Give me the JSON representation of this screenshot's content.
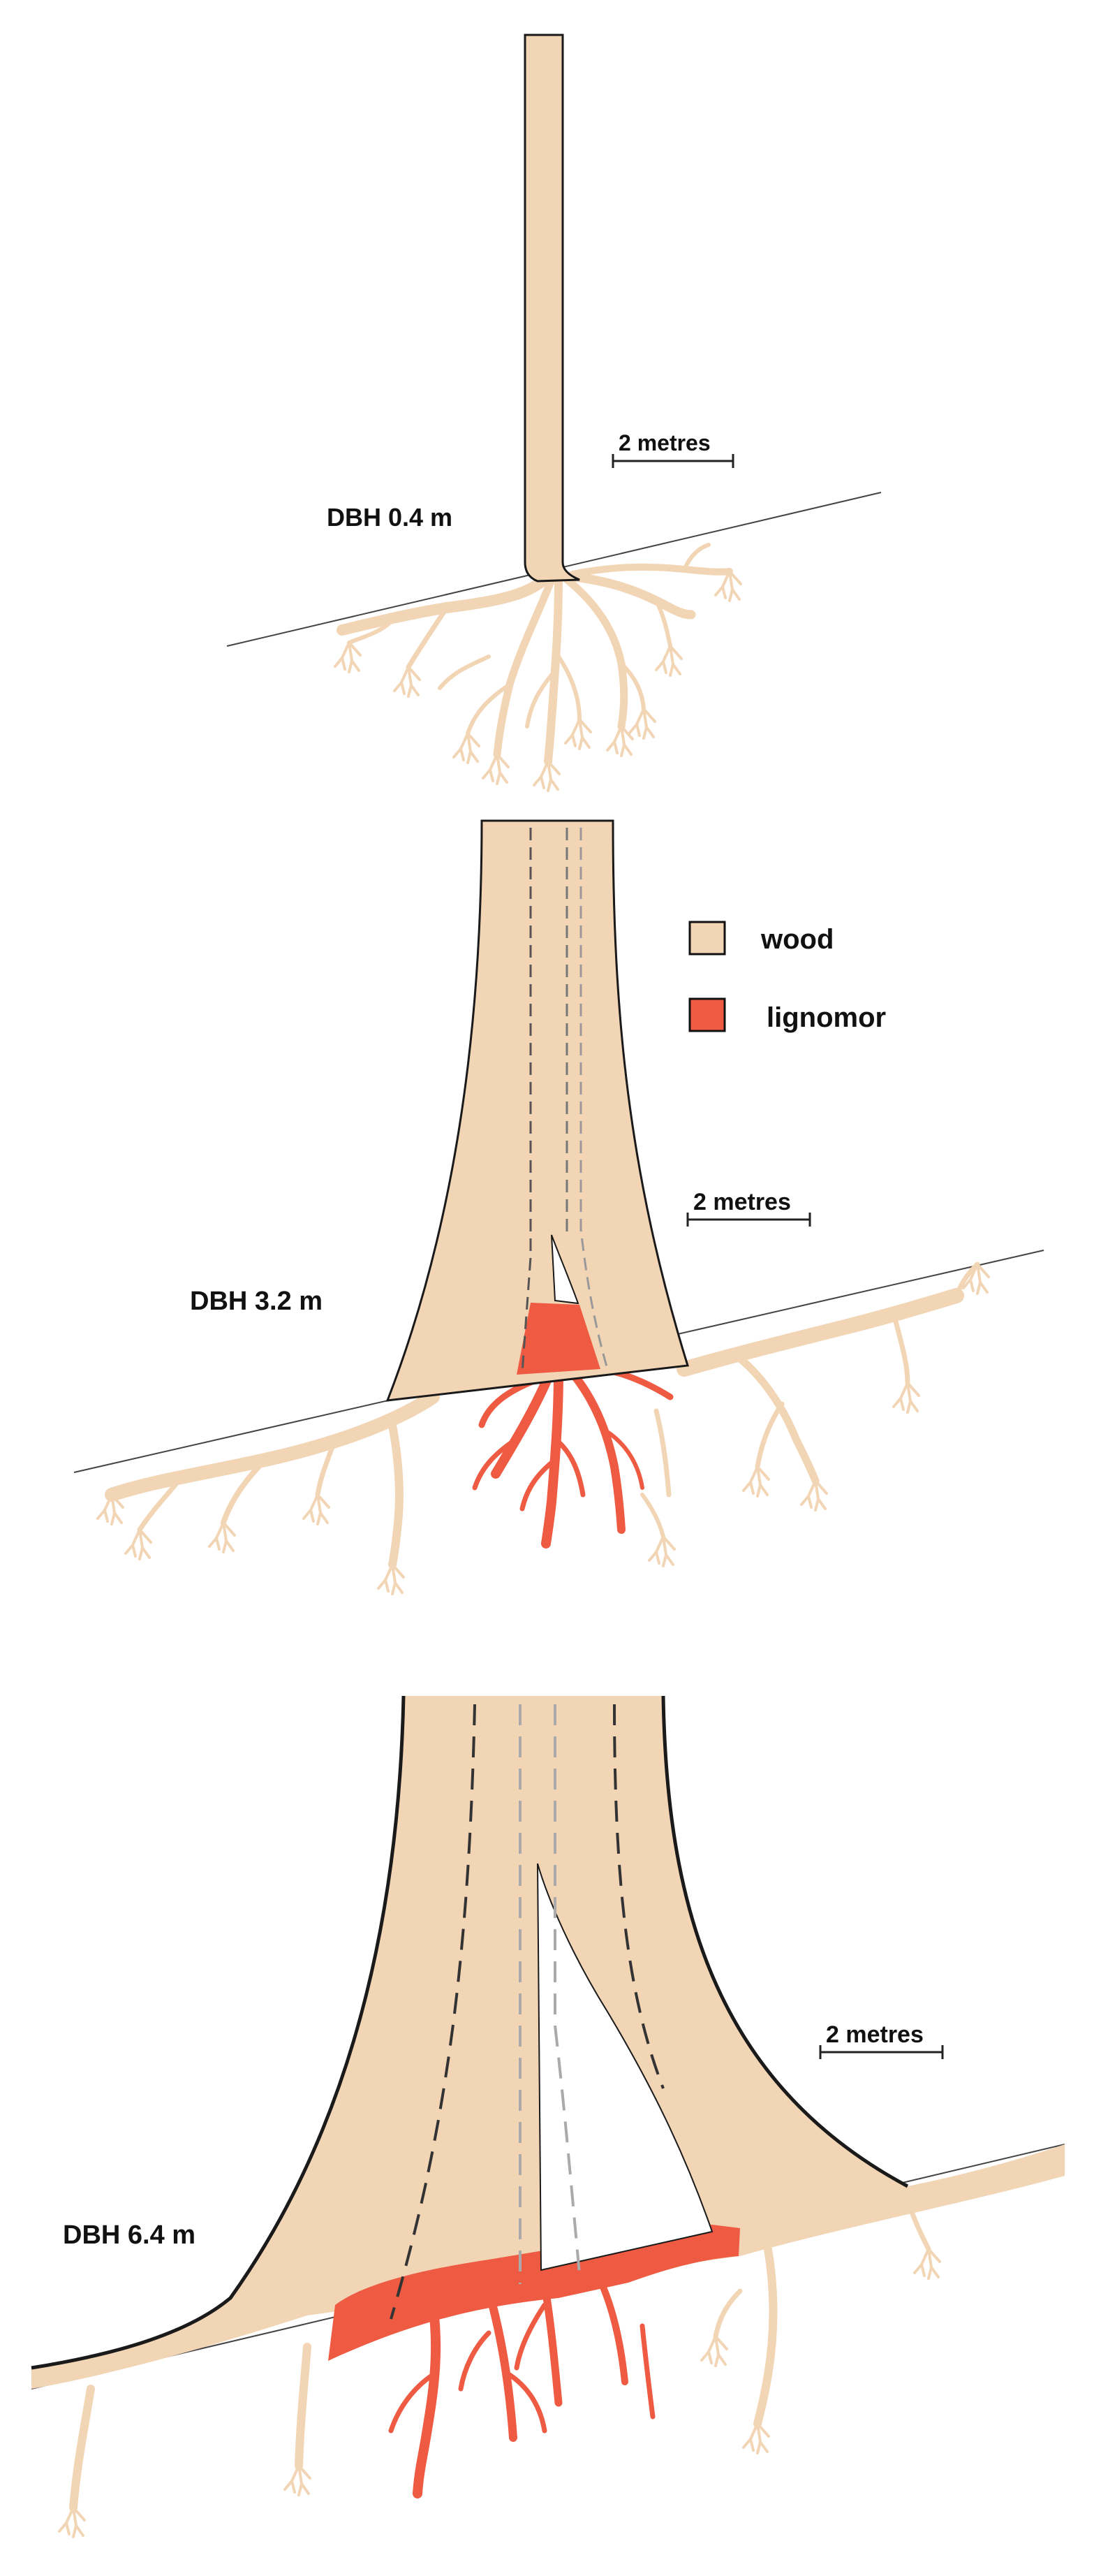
{
  "panels": [
    {
      "dbh_label": "DBH 0.4 m",
      "scale_label": "2 metres"
    },
    {
      "dbh_label": "DBH 3.2 m",
      "scale_label": "2 metres"
    },
    {
      "dbh_label": "DBH 6.4 m",
      "scale_label": "2 metres"
    }
  ],
  "legend": {
    "items": [
      {
        "label": "wood",
        "color": "#F2D5B5"
      },
      {
        "label": "lignomor",
        "color": "#EE5A42"
      }
    ]
  },
  "colors": {
    "wood": "#F2D5B5",
    "lignomor": "#EE5A42",
    "outline": "#1a1a1a"
  }
}
